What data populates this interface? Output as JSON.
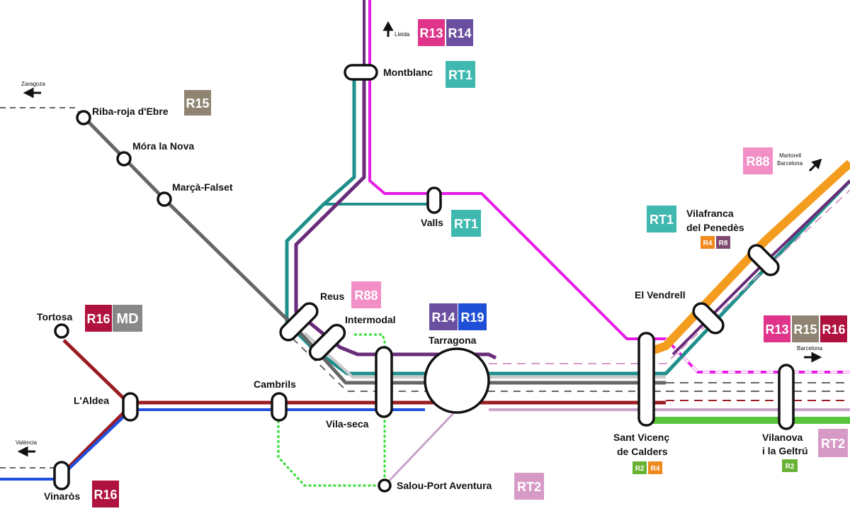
{
  "line_colors": {
    "R13": "#e0338a",
    "R14": "#6b4fa0",
    "R15": "#8f8472",
    "R16": "#b0123f",
    "R19": "#1f4fd6",
    "RT1": "#3fb8b0",
    "RT2": "#d79ac7",
    "R88": "#f28fc6",
    "MD": "#888888",
    "R2": "#67b233",
    "R4": "#f08a1e",
    "R8": "#7e4a6f"
  },
  "track_colors": {
    "magenta": "#e61be6",
    "teal": "#1e8f8a",
    "purple": "#6a2c7a",
    "grey": "#666666",
    "lightgrey": "#b5b5b5",
    "darkred": "#9a1c22",
    "blue": "#1f4fe0",
    "orange": "#f39c1e",
    "green": "#5cc540",
    "pinkpurple": "#c9a3c9",
    "dotted_green": "#33dd33"
  },
  "stations": {
    "montblanc": "Montblanc",
    "riba_roja": "Riba-roja d'Ebre",
    "mora_la_nova": "Móra la Nova",
    "marca_falset": "Marçà-Falset",
    "valls": "Valls",
    "reus": "Reus",
    "intermodal": "Intermodal",
    "tarragona": "Tarragona",
    "tortosa": "Tortosa",
    "laldea": "L'Aldea",
    "cambrils": "Cambrils",
    "vila_seca": "Vila-seca",
    "vinaros": "Vinaròs",
    "salou": "Salou-Port Aventura",
    "vilafranca_1": "Vilafranca",
    "vilafranca_2": "del Penedès",
    "el_vendrell": "El Vendrell",
    "sant_vicenc_1": "Sant Vicenç",
    "sant_vicenc_2": "de Calders",
    "vilanova_1": "Vilanova",
    "vilanova_2": "i la Geltrú"
  },
  "directions": {
    "lleida": "Lleida",
    "zaragoza": "Zaragoza",
    "valencia": "València",
    "martorell_1": "Martorell",
    "martorell_2": "Barcelona",
    "barcelona": "Barcelona"
  },
  "badges": {
    "lleida_r13": "R13",
    "lleida_r14": "R14",
    "montblanc_rt1": "RT1",
    "riba_r15": "R15",
    "valls_rt1": "RT1",
    "reus_r88": "R88",
    "tarragona_r14": "R14",
    "tarragona_r19": "R19",
    "tortosa_r16": "R16",
    "tortosa_md": "MD",
    "vinaros_r16": "R16",
    "salou_rt2": "RT2",
    "martorell_r88": "R88",
    "vilafranca_rt1": "RT1",
    "vilafranca_r4": "R4",
    "vilafranca_r8": "R8",
    "barcelona_r13": "R13",
    "barcelona_r15": "R15",
    "barcelona_r16": "R16",
    "vilanova_rt2": "RT2",
    "vilanova_r2": "R2",
    "santvicenc_r2": "R2",
    "santvicenc_r4": "R4"
  }
}
